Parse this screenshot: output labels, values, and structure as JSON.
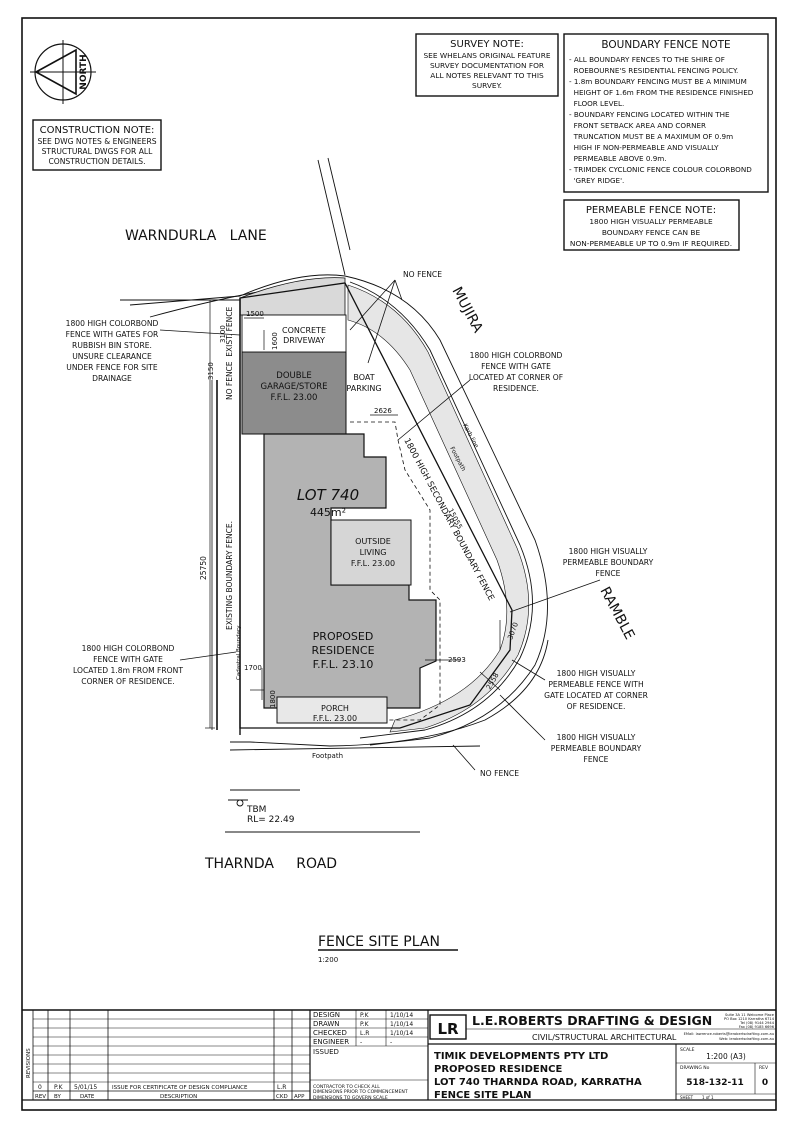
{
  "north_label": "NORTH",
  "notes": {
    "construction": {
      "title": "CONSTRUCTION NOTE:",
      "lines": [
        "SEE DWG NOTES & ENGINEERS",
        "STRUCTURAL DWGS FOR ALL",
        "CONSTRUCTION DETAILS."
      ]
    },
    "survey": {
      "title": "SURVEY NOTE:",
      "lines": [
        "SEE WHELANS ORIGINAL FEATURE",
        "SURVEY DOCUMENTATION FOR",
        "ALL NOTES RELEVANT TO THIS",
        "SURVEY."
      ]
    },
    "boundary": {
      "title": "BOUNDARY FENCE NOTE",
      "lines": [
        "- ALL BOUNDARY FENCES TO THE SHIRE OF",
        "  ROEBOURNE'S RESIDENTIAL FENCING POLICY.",
        "- 1.8m BOUNDARY FENCING MUST BE A MINIMUM",
        "  HEIGHT OF 1.6m FROM THE RESIDENCE FINISHED",
        "  FLOOR LEVEL.",
        "- BOUNDARY FENCING LOCATED WITHIN THE",
        "  FRONT SETBACK AREA AND CORNER",
        "  TRUNCATION MUST BE A MAXIMUM OF 0.9m",
        "  HIGH IF NON-PERMEABLE AND VISUALLY",
        "  PERMEABLE ABOVE 0.9m.",
        "- TRIMDEK CYCLONIC FENCE COLOUR COLORBOND",
        "  'GREY RIDGE'."
      ]
    },
    "permeable": {
      "title": "PERMEABLE FENCE NOTE:",
      "lines": [
        "1800 HIGH VISUALLY PERMEABLE",
        "BOUNDARY FENCE CAN BE",
        "NON-PERMEABLE UP TO 0.9m IF REQUIRED."
      ]
    }
  },
  "streets": {
    "warndurla_lane": "WARNDURLA   LANE",
    "mujira": "MUJIRA",
    "ramble": "RAMBLE",
    "tharnda_road": "THARNDA     ROAD"
  },
  "plan": {
    "lot": "LOT 740",
    "area": "445m²",
    "garage": [
      "DOUBLE",
      "GARAGE/STORE",
      "F.F.L. 23.00"
    ],
    "driveway": [
      "CONCRETE",
      "DRIVEWAY"
    ],
    "residence": [
      "PROPOSED",
      "RESIDENCE",
      "F.F.L. 23.10"
    ],
    "outside_living": [
      "OUTSIDE",
      "LIVING",
      "F.F.L. 23.00"
    ],
    "porch": [
      "PORCH",
      "F.F.L. 23.00"
    ],
    "boat_parking": [
      "BOAT",
      "PARKING"
    ],
    "footpath_bottom": "Footpath",
    "footpath_side": "Footpath",
    "kerb": "Kerb line",
    "cadastral": "Cadastral Boundary",
    "existing_fence": "EXISTING BOUNDARY FENCE.",
    "no_fence_exist": "NO FENCE  EXIST. FENCE",
    "secondary_fence": "1800 HIGH SECONDARY BOUNDARY FENCE",
    "tbm": "TBM",
    "rl": "RL= 22.49",
    "dimensions": {
      "d1500": "1500",
      "d3100": "3100",
      "d1600": "1600",
      "d3150": "3150",
      "d25750": "25750",
      "d1700": "1700",
      "d1800": "1800",
      "d2626": "2626",
      "d15055": "15055",
      "d2593": "2593",
      "d3070": "3070",
      "d2558": "2558"
    }
  },
  "callouts": {
    "rubbish": [
      "1800 HIGH COLORBOND",
      "FENCE WITH GATES FOR",
      "RUBBISH BIN STORE.",
      "UNSURE CLEARANCE",
      "UNDER FENCE FOR SITE",
      "DRAINAGE"
    ],
    "no_fence_top": "NO FENCE",
    "colorbond_corner": [
      "1800 HIGH COLORBOND",
      "FENCE WITH GATE",
      "LOCATED AT CORNER OF",
      "RESIDENCE."
    ],
    "permeable_1": [
      "1800 HIGH VISUALLY",
      "PERMEABLE BOUNDARY",
      "FENCE"
    ],
    "permeable_gate": [
      "1800 HIGH VISUALLY",
      "PERMEABLE FENCE WITH",
      "GATE LOCATED AT CORNER",
      "OF RESIDENCE."
    ],
    "permeable_2": [
      "1800 HIGH VISUALLY",
      "PERMEABLE BOUNDARY",
      "FENCE"
    ],
    "colorbond_front": [
      "1800 HIGH COLORBOND",
      "FENCE WITH GATE",
      "LOCATED 1.8m FROM FRONT",
      "CORNER OF RESIDENCE."
    ],
    "no_fence_bottom": "NO FENCE"
  },
  "plan_title": "FENCE SITE PLAN",
  "scale": "1:200",
  "title_block": {
    "signoff": [
      {
        "label": "DESIGN",
        "initials": "P.K",
        "date": "1/10/14"
      },
      {
        "label": "DRAWN",
        "initials": "P.K",
        "date": "1/10/14"
      },
      {
        "label": "CHECKED",
        "initials": "L.R",
        "date": "1/10/14"
      },
      {
        "label": "ENGINEER",
        "initials": "-",
        "date": "-"
      }
    ],
    "issued": "ISSUED",
    "contractor_note": [
      "CONTRACTOR TO CHECK ALL",
      "DIMENSIONS PRIOR TO COMMENCEMENT"
    ],
    "dimensions_note": "DIMENSIONS TO GOVERN SCALE",
    "revisions_label": "REVISIONS",
    "revision_row": {
      "rev": "0",
      "by": "P.K",
      "date": "5/01/15",
      "description": "ISSUE FOR CERTIFICATE OF DESIGN COMPLIANCE",
      "ckd": "L.R"
    },
    "headers": {
      "rev": "REV",
      "by": "BY",
      "date": "DATE",
      "description": "DESCRIPTION",
      "ckd": "CKD",
      "app": "APP"
    },
    "logo": "LR",
    "company": "L.E.ROBERTS DRAFTING & DESIGN",
    "company_sub": "CIVIL/STRUCTURAL ARCHITECTURAL",
    "address": [
      "Suite 3A 11 Welcome Place",
      "PO Box 1210 Karratha 6714",
      "Tel (08) 9144 2944",
      "Fax (08) 9185 6696",
      "EMail: lawrence.roberts@lerobertsdrafting.com.au",
      "Web: lerobertsdrafting.com.au"
    ],
    "client": "TIMIK DEVELOPMENTS PTY LTD",
    "project": [
      "PROPOSED RESIDENCE",
      "LOT 740 THARNDA ROAD, KARRATHA",
      "FENCE SITE PLAN"
    ],
    "scale_label": "SCALE",
    "scale_value": "1:200 (A3)",
    "drawing_no_label": "DRAWING No",
    "drawing_no": "518-132-11",
    "rev_label": "REV",
    "rev_value": "0",
    "sheet_label": "SHEET",
    "sheet_value": "1 of 1"
  }
}
